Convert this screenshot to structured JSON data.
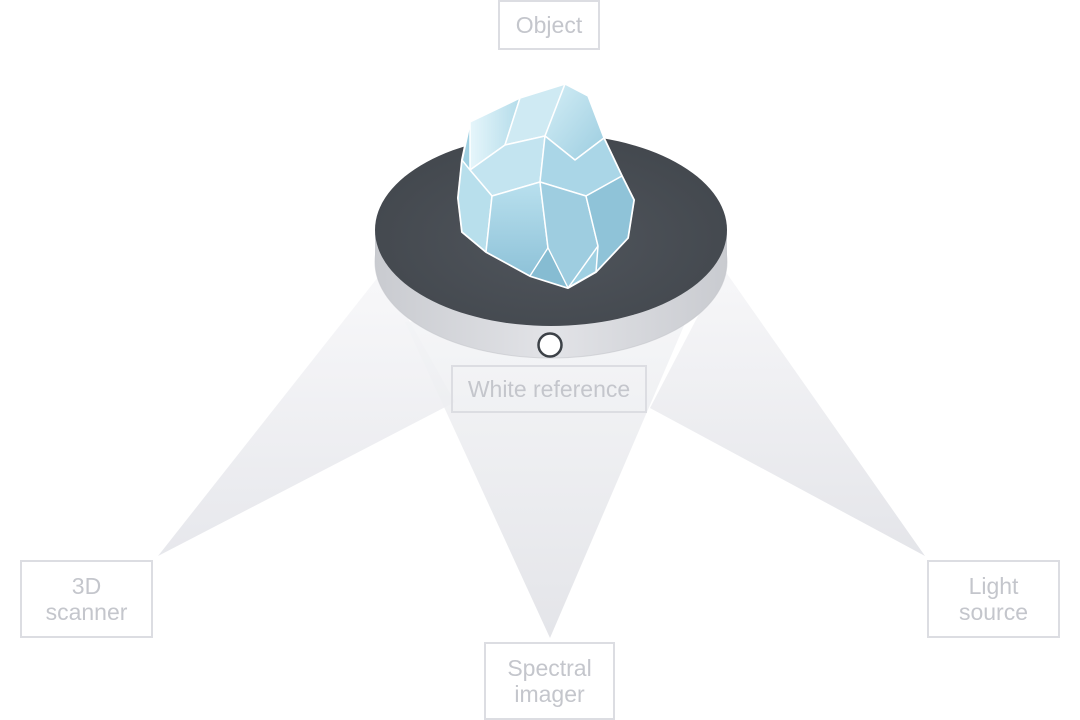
{
  "labels": {
    "object": "Object",
    "white_reference": "White reference",
    "scanner": [
      "3D",
      "scanner"
    ],
    "spectral_imager": [
      "Spectral",
      "imager"
    ],
    "light_source": [
      "Light",
      "source"
    ]
  },
  "icons": {
    "object": "crystal-rock-icon",
    "platform": "turntable-platform",
    "white_reference": "white-reference-dot-icon"
  },
  "colors": {
    "platform_top": "#4a4f55",
    "platform_side": "#d4d5da",
    "crystal": "#a9d7e6",
    "beam": "#e9eaee",
    "label_border": "#dcdde2",
    "label_text": "#c4c6cc"
  }
}
